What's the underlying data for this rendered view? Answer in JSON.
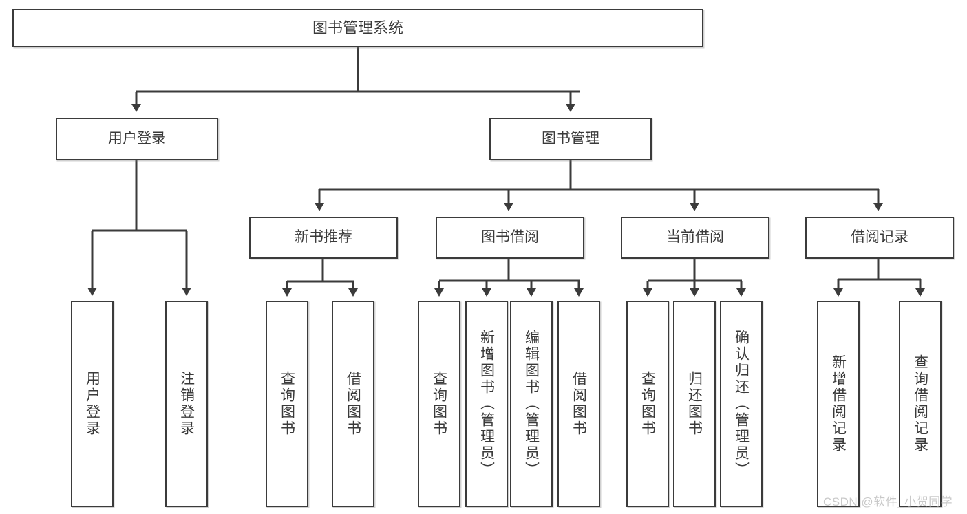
{
  "diagram": {
    "title_node": {
      "id": "root",
      "label": "图书管理系统"
    },
    "level1": [
      {
        "id": "login",
        "label": "用户登录"
      },
      {
        "id": "bookmgmt",
        "label": "图书管理"
      }
    ],
    "level2": [
      {
        "id": "newbook",
        "label": "新书推荐",
        "parent": "bookmgmt"
      },
      {
        "id": "borrow",
        "label": "图书借阅",
        "parent": "bookmgmt"
      },
      {
        "id": "current",
        "label": "当前借阅",
        "parent": "bookmgmt"
      },
      {
        "id": "record",
        "label": "借阅记录",
        "parent": "bookmgmt"
      }
    ],
    "leaves": [
      {
        "id": "leaf-user-login",
        "label": "用户登录",
        "parent": "login"
      },
      {
        "id": "leaf-user-logout",
        "label": "注销登录",
        "parent": "login"
      },
      {
        "id": "leaf-query-book-1",
        "label": "查询图书",
        "parent": "newbook"
      },
      {
        "id": "leaf-borrow-book-1",
        "label": "借阅图书",
        "parent": "newbook"
      },
      {
        "id": "leaf-query-book-2",
        "label": "查询图书",
        "parent": "borrow"
      },
      {
        "id": "leaf-add-book",
        "label": "新增图书（管理员）",
        "parent": "borrow"
      },
      {
        "id": "leaf-edit-book",
        "label": "编辑图书（管理员）",
        "parent": "borrow"
      },
      {
        "id": "leaf-borrow-book-2",
        "label": "借阅图书",
        "parent": "borrow"
      },
      {
        "id": "leaf-query-book-3",
        "label": "查询图书",
        "parent": "current"
      },
      {
        "id": "leaf-return-book",
        "label": "归还图书",
        "parent": "current"
      },
      {
        "id": "leaf-confirm-return",
        "label": "确认归还（管理员）",
        "parent": "current"
      },
      {
        "id": "leaf-add-record",
        "label": "新增借阅记录",
        "parent": "record"
      },
      {
        "id": "leaf-query-record",
        "label": "查询借阅记录",
        "parent": "record"
      }
    ],
    "colors": {
      "stroke": "#3b3b3b",
      "box_fill": "#ffffff",
      "text": "#3a3a3a",
      "watermark": "#c9c9c9",
      "background": "#ffffff"
    }
  },
  "watermark": {
    "text": "CSDN @软件_小贺同学"
  }
}
